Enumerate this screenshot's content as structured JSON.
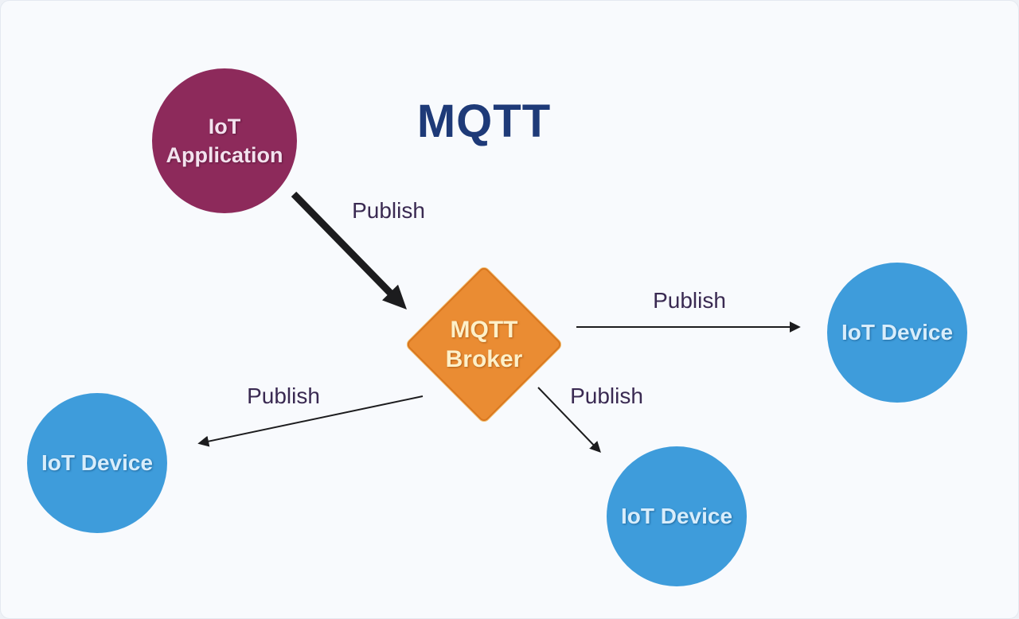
{
  "title": "MQTT",
  "colors": {
    "background": "#f8fafd",
    "title_text": "#1e3a78",
    "edge_label_text": "#3a2a52",
    "arrow": "#1c1c1e",
    "application_fill": "#8d2a5b",
    "application_text": "#f3e2ee",
    "broker_fill": "#ea8c33",
    "broker_border": "#d9771f",
    "broker_text": "#fdf0c9",
    "device_fill": "#3e9cdb",
    "device_text": "#d8edfb"
  },
  "nodes": {
    "application": {
      "line1": "IoT",
      "line2": "Application"
    },
    "broker": {
      "line1": "MQTT",
      "line2": "Broker"
    },
    "device_right": {
      "label": "IoT Device"
    },
    "device_left": {
      "label": "IoT Device"
    },
    "device_bottom": {
      "label": "IoT Device"
    }
  },
  "edges": {
    "app_to_broker": {
      "label": "Publish"
    },
    "broker_to_device_right": {
      "label": "Publish"
    },
    "broker_to_device_left": {
      "label": "Publish"
    },
    "broker_to_device_bottom": {
      "label": "Publish"
    }
  }
}
